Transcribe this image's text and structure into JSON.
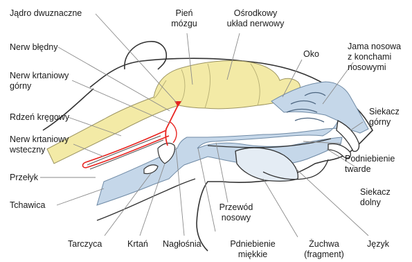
{
  "labels": {
    "jadro": "Jądro dwuznaczne",
    "pien": "Pień\nmózgu",
    "osrodkowy": "Ośrodkowy\nukład nerwowy",
    "oko": "Oko",
    "jama": "Jama nosowa\nz konchami\nnosowymi",
    "nerw_bledny": "Nerw błędny",
    "nerw_gorny": "Nerw krtaniowy\ngórny",
    "rdzen": "Rdzeń kręgowy",
    "nerw_wsteczny": "Nerw krtaniowy\nwsteczny",
    "przelyk": "Przełyk",
    "tchawica": "Tchawica",
    "siekacz_gorny": "Siekacz\ngórny",
    "podniebienie_twarde": "Podniebienie\ntwarde",
    "siekacz_dolny": "Siekacz\ndolny",
    "przewod": "Przewód\nnosowy",
    "tarczyca": "Tarczyca",
    "krtan": "Krtań",
    "naglosnia": "Nagłośnia",
    "podniebienie_miekkie": "Pdniebienie\nmiękkie",
    "zuchwa": "Żuchwa\n(fragment)",
    "jezyk": "Język"
  },
  "colors": {
    "brain": "#f3eaa6",
    "airway": "#c5d7e9",
    "nerve": "#e8231f",
    "outline": "#333333",
    "leader": "#8a8a8a"
  }
}
